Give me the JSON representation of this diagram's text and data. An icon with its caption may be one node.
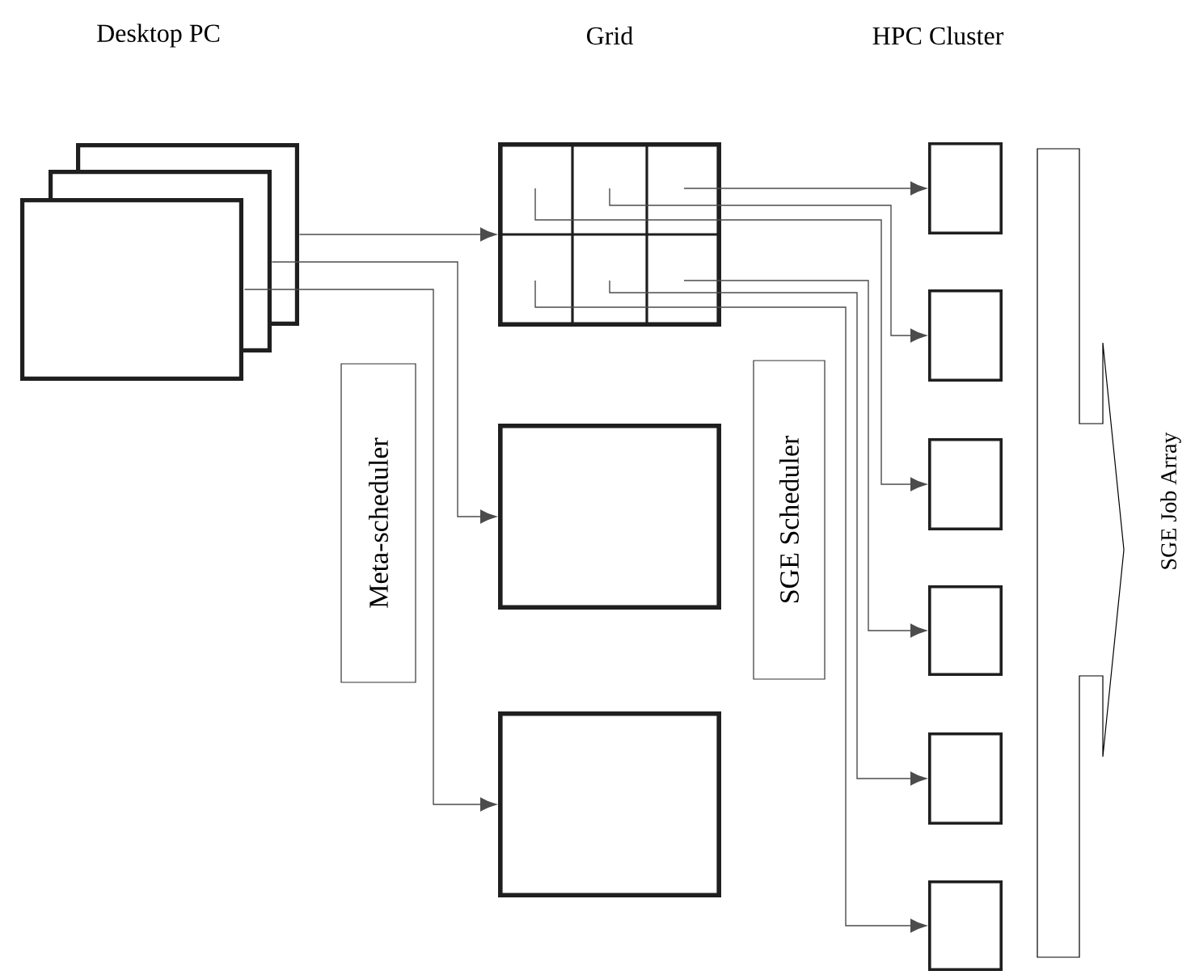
{
  "diagram": {
    "nodes": [
      {
        "text": [],
        "shape": "box"
      },
      {
        "text": [],
        "shape": "box"
      },
      {
        "text": [],
        "shape": "box"
      },
      {
        "text": [],
        "shape": "box"
      },
      {
        "text": [
          "Meta-scheduler"
        ]
      },
      {
        "text": [
          "SGE Scheduler"
        ]
      },
      {
        "text": [],
        "shape": "box"
      },
      {
        "text": [],
        "shape": "box"
      },
      {
        "text": [],
        "shape": "box"
      },
      {
        "text": [],
        "shape": "box"
      },
      {
        "text": [],
        "shape": "box"
      },
      {
        "text": [],
        "shape": "box"
      },
      {
        "text": [],
        "shape": "bar",
        "beside": [
          "SGE Job Array"
        ]
      }
    ],
    "edges": [
      {
        "from": 0,
        "to": 1,
        "arrow": "to"
      },
      {
        "from": 0,
        "to": 2,
        "arrow": "to"
      },
      {
        "from": 0,
        "to": 3,
        "arrow": "to"
      },
      {
        "from": 1,
        "to": 6,
        "arrow": "to"
      },
      {
        "from": 1,
        "to": 7,
        "arrow": "to"
      },
      {
        "from": 1,
        "to": 8,
        "arrow": "to"
      },
      {
        "from": 1,
        "to": 9,
        "arrow": "to"
      },
      {
        "from": 1,
        "to": 10,
        "arrow": "to"
      },
      {
        "from": 1,
        "to": 11,
        "arrow": "to"
      }
    ],
    "labels": [
      "Desktop PC",
      "Grid",
      "HPC Cluster"
    ]
  }
}
